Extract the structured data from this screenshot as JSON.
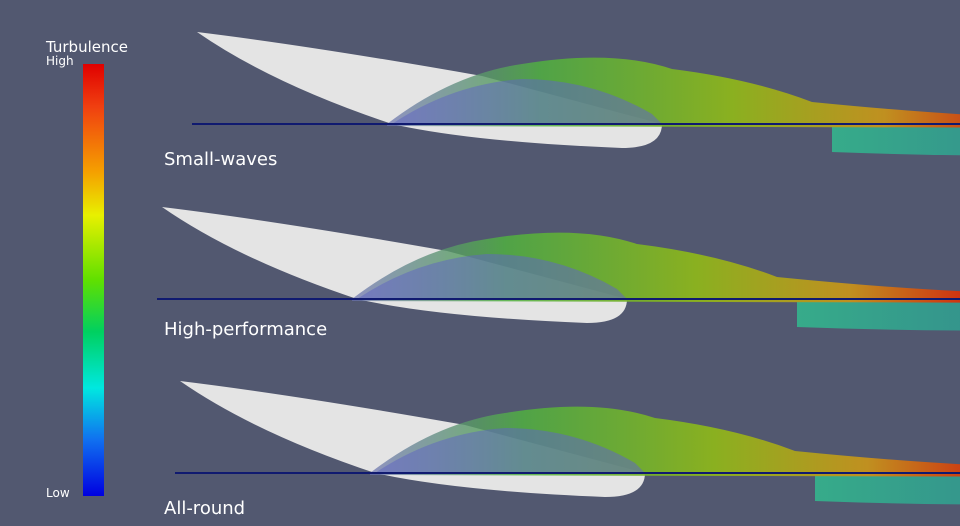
{
  "colorbar": {
    "title": "Turbulence",
    "high_label": "High",
    "low_label": "Low"
  },
  "panels": [
    {
      "label": "Small-waves"
    },
    {
      "label": "High-performance"
    },
    {
      "label": "All-round"
    }
  ],
  "colors": {
    "background": "#525870",
    "board": "#e6e6e6",
    "waterline": "#101a70"
  }
}
